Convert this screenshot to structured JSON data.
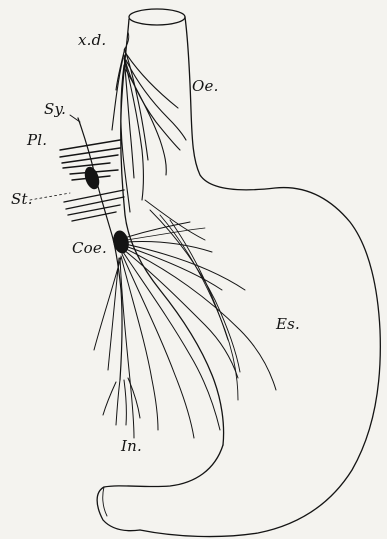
{
  "labels": {
    "vagus_dexter": "x.d.",
    "oesophagus": "Oe.",
    "sympathetic": "Sy.",
    "plexus": "Pl.",
    "stellate": "St.",
    "coeliac": "Coe.",
    "stomach": "Es.",
    "intestine": "In."
  },
  "colors": {
    "ink": "#141414",
    "paper": "#f4f3ef"
  }
}
